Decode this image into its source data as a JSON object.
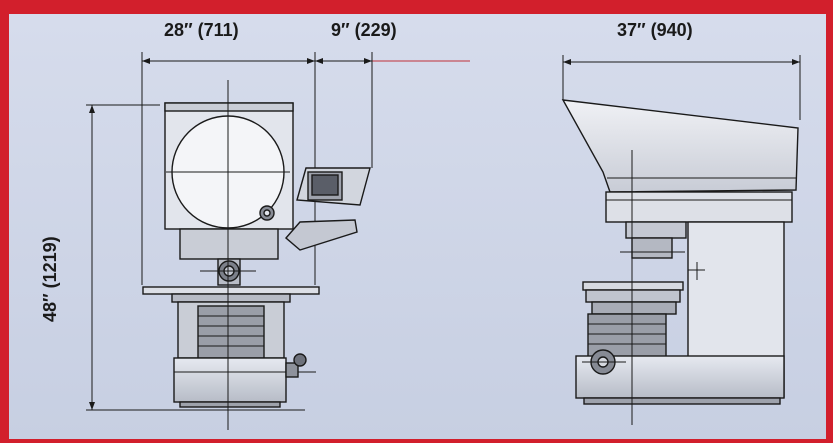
{
  "dimensions": {
    "width": "28″ (711)",
    "panel_extension": "9″ (229)",
    "depth": "37″ (940)",
    "height": "48″ (1219)"
  },
  "colors": {
    "border": "#d21f2c",
    "panel": "#ccd4e6",
    "line": "#1a1a1a",
    "machine_light": "#e4e7ef",
    "machine_mid": "#c4c8d2",
    "machine_dark": "#9ea2ac"
  }
}
